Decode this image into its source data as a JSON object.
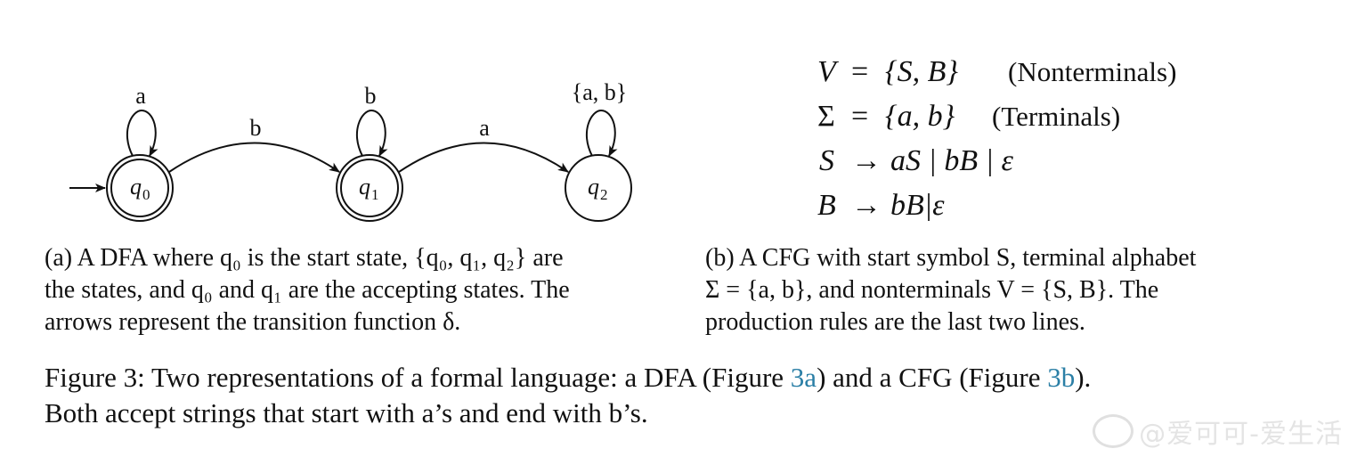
{
  "dfa": {
    "states": [
      {
        "label": "q",
        "sub": "0",
        "accepting": true,
        "start": true
      },
      {
        "label": "q",
        "sub": "1",
        "accepting": true,
        "start": false
      },
      {
        "label": "q",
        "sub": "2",
        "accepting": false,
        "start": false
      }
    ],
    "self_loops": [
      "a",
      "b",
      "{a, b}"
    ],
    "transitions": [
      {
        "from": "q0",
        "to": "q1",
        "label": "b"
      },
      {
        "from": "q1",
        "to": "q2",
        "label": "a"
      }
    ]
  },
  "cfg": {
    "lines": [
      {
        "lhs": "V",
        "op": "=",
        "rhs": "{S, B}",
        "note": "(Nonterminals)"
      },
      {
        "lhs": "Σ",
        "op": "=",
        "rhs": "{a, b}",
        "note": "(Terminals)"
      },
      {
        "lhs": "S",
        "op": "→",
        "rhs": "aS | bB | ε",
        "note": ""
      },
      {
        "lhs": "B",
        "op": "→",
        "rhs": "bB|ε",
        "note": ""
      }
    ]
  },
  "caption_a": {
    "line1": "(a) A DFA where q₀ is the start state, {q₀, q₁, q₂} are",
    "line2": "the states, and q₀ and q₁ are the accepting states. The",
    "line3": "arrows represent the transition function δ."
  },
  "caption_b": {
    "line1": "(b) A CFG with start symbol S, terminal alphabet",
    "line2": "Σ = {a, b}, and nonterminals V = {S, B}.  The",
    "line3": "production rules are the last two lines."
  },
  "figure_caption": {
    "pre": "Figure 3: Two representations of a formal language: a DFA (Figure ",
    "ref_a": "3a",
    "mid": ") and a CFG (Figure ",
    "ref_b": "3b",
    "post": ").",
    "line2": "Both accept strings that start with a’s and end with b’s."
  },
  "watermark": "@爱可可-爱生活"
}
